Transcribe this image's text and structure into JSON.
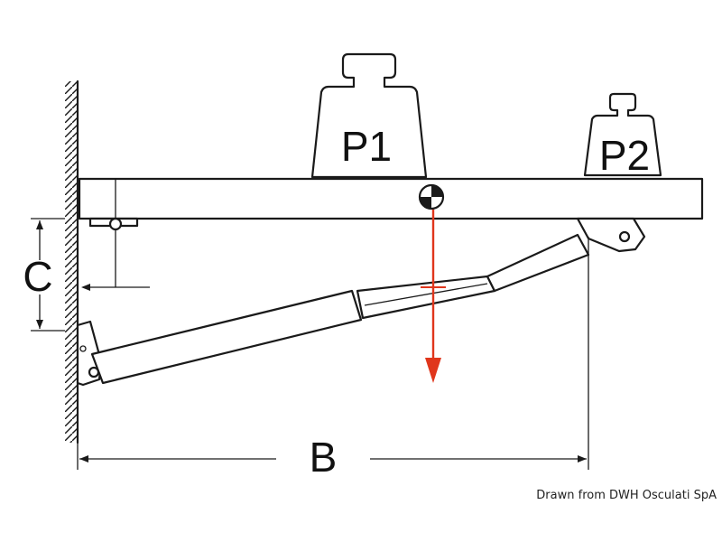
{
  "labels": {
    "weight_p1": "P1",
    "weight_p2": "P2",
    "dimension_b": "B",
    "dimension_c": "C"
  },
  "credit": "Drawn from DWH Osculati SpA",
  "colors": {
    "line": "#1a1a1a",
    "force_arrow": "#e0361c",
    "background": "#ffffff"
  },
  "icons": {
    "center_of_gravity": "center-of-gravity-icon"
  }
}
